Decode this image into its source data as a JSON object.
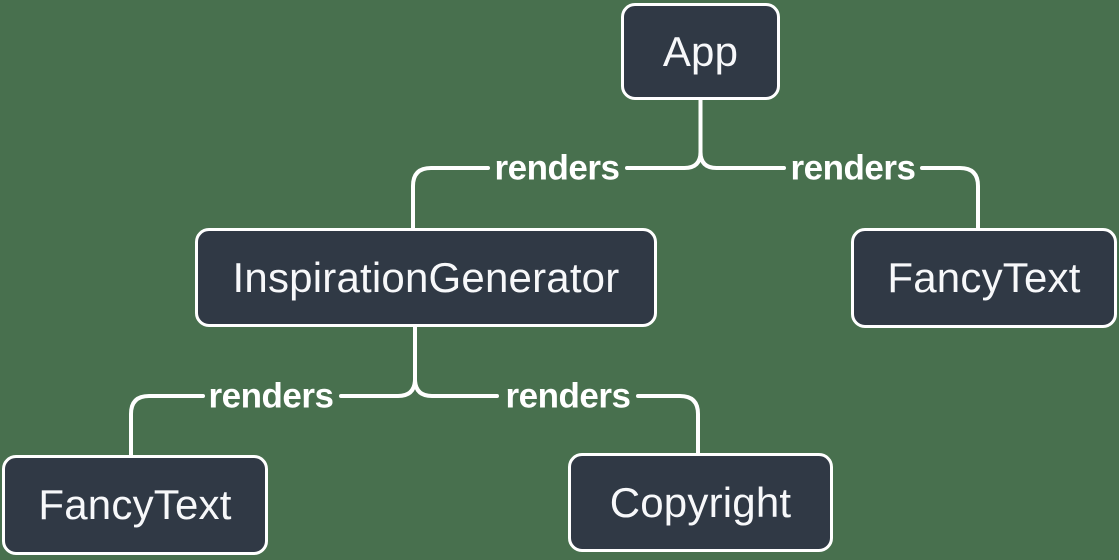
{
  "diagram": {
    "type": "tree",
    "background_color": "#48704E",
    "node_fill_color": "#303945",
    "node_border_color": "#FFFFFF",
    "edge_color": "#FFFFFF",
    "nodes": [
      {
        "id": "app",
        "label": "App"
      },
      {
        "id": "inspiration-generator",
        "label": "InspirationGenerator"
      },
      {
        "id": "fancy-text-top",
        "label": "FancyText"
      },
      {
        "id": "fancy-text-bottom",
        "label": "FancyText"
      },
      {
        "id": "copyright",
        "label": "Copyright"
      }
    ],
    "edges": [
      {
        "from": "App",
        "to": "InspirationGenerator",
        "label": "renders"
      },
      {
        "from": "App",
        "to": "FancyText",
        "label": "renders"
      },
      {
        "from": "InspirationGenerator",
        "to": "FancyText",
        "label": "renders"
      },
      {
        "from": "InspirationGenerator",
        "to": "Copyright",
        "label": "renders"
      }
    ]
  }
}
